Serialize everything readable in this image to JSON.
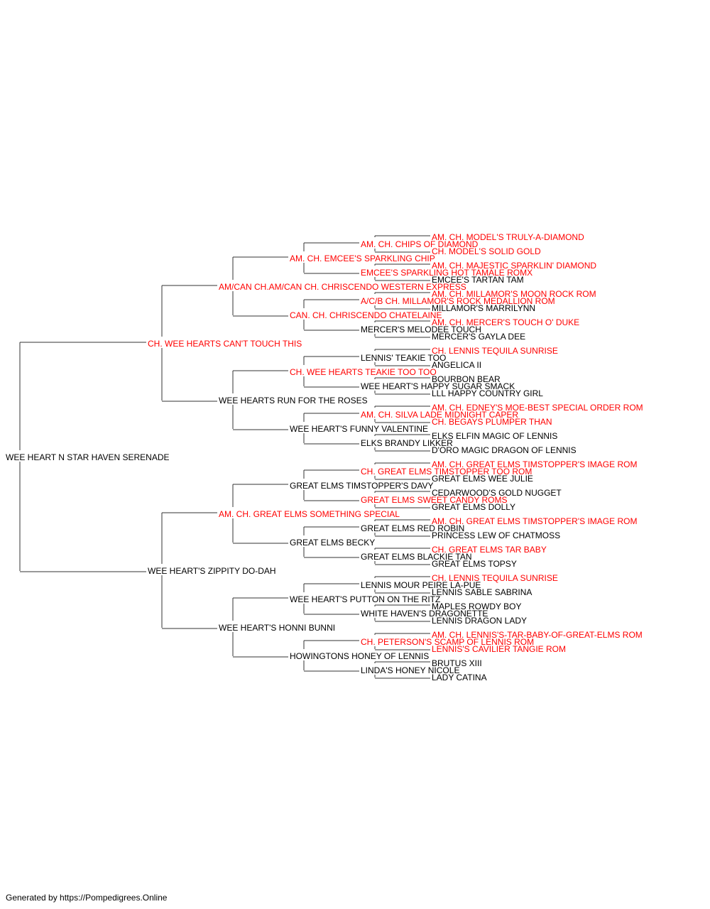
{
  "colors": {
    "champion": "#ff0000",
    "normal": "#000000",
    "line": "#333333"
  },
  "pedigree": {
    "name": "WEE HEART N STAR HAVEN SERENADE",
    "champ": false,
    "sire": {
      "name": "CH. WEE HEARTS CAN'T TOUCH THIS",
      "champ": true,
      "sire": {
        "name": "AM/CAN CH.AM/CAN CH. CHRISCENDO WESTERN EXPRESS",
        "champ": true,
        "sire": {
          "name": "AM. CH. EMCEE'S SPARKLING CHIP",
          "champ": true,
          "sire": {
            "name": "AM. CH. CHIPS OF DIAMOND",
            "champ": true,
            "sire": {
              "name": "AM. CH. MODEL'S TRULY-A-DIAMOND",
              "champ": true
            },
            "dam": {
              "name": "CH. MODEL'S SOLID GOLD",
              "champ": true
            }
          },
          "dam": {
            "name": "EMCEE'S SPARKLING HOT TAMALE ROMX",
            "champ": true,
            "sire": {
              "name": "AM. CH. MAJESTIC SPARKLIN' DIAMOND",
              "champ": true
            },
            "dam": {
              "name": "EMCEE'S TARTAN TAM",
              "champ": false
            }
          }
        },
        "dam": {
          "name": "CAN. CH. CHRISCENDO CHATELAINE",
          "champ": true,
          "sire": {
            "name": "A/C/B CH. MILLAMOR'S ROCK MEDALLION ROM",
            "champ": true,
            "sire": {
              "name": "AM. CH. MILLAMOR'S MOON ROCK ROM",
              "champ": true
            },
            "dam": {
              "name": "MILLAMOR'S MARRILYNN",
              "champ": false
            }
          },
          "dam": {
            "name": "MERCER'S MELODEE TOUCH",
            "champ": false,
            "sire": {
              "name": "AM. CH. MERCER'S TOUCH O' DUKE",
              "champ": true
            },
            "dam": {
              "name": "MERCER'S GAYLA DEE",
              "champ": false
            }
          }
        }
      },
      "dam": {
        "name": "WEE HEARTS RUN FOR THE ROSES",
        "champ": false,
        "sire": {
          "name": "CH. WEE HEARTS TEAKIE TOO TOO",
          "champ": true,
          "sire": {
            "name": "LENNIS' TEAKIE TOO",
            "champ": false,
            "sire": {
              "name": "CH. LENNIS TEQUILA SUNRISE",
              "champ": true
            },
            "dam": {
              "name": "ANGELICA II",
              "champ": false
            }
          },
          "dam": {
            "name": "WEE HEART'S HAPPY SUGAR SMACK",
            "champ": false,
            "sire": {
              "name": "BOURBON BEAR",
              "champ": false
            },
            "dam": {
              "name": "LLL HAPPY COUNTRY GIRL",
              "champ": false
            }
          }
        },
        "dam": {
          "name": "WEE HEART'S FUNNY VALENTINE",
          "champ": false,
          "sire": {
            "name": "AM. CH. SILVA LADE MIDNIGHT CAPER",
            "champ": true,
            "sire": {
              "name": "AM. CH. EDNEY'S MOE-BEST SPECIAL ORDER ROM",
              "champ": true
            },
            "dam": {
              "name": "CH. BEGAYS PLUMPER THAN",
              "champ": true
            }
          },
          "dam": {
            "name": "ELKS BRANDY LIKKER",
            "champ": false,
            "sire": {
              "name": "ELKS ELFIN MAGIC OF LENNIS",
              "champ": false
            },
            "dam": {
              "name": "D'ORO MAGIC DRAGON OF LENNIS",
              "champ": false
            }
          }
        }
      }
    },
    "dam": {
      "name": "WEE HEART'S ZIPPITY DO-DAH",
      "champ": false,
      "sire": {
        "name": "AM. CH. GREAT ELMS SOMETHING SPECIAL",
        "champ": true,
        "sire": {
          "name": "GREAT ELMS TIMSTOPPER'S DAVY",
          "champ": false,
          "sire": {
            "name": "CH. GREAT ELMS TIMSTOPPER TOO ROM",
            "champ": true,
            "sire": {
              "name": "AM. CH. GREAT ELMS TIMSTOPPER'S IMAGE ROM",
              "champ": true
            },
            "dam": {
              "name": "GREAT ELMS WEE JULIE",
              "champ": false
            }
          },
          "dam": {
            "name": "GREAT ELMS SWEET CANDY ROMS",
            "champ": true,
            "sire": {
              "name": "CEDARWOOD'S GOLD NUGGET",
              "champ": false
            },
            "dam": {
              "name": "GREAT ELMS DOLLY",
              "champ": false
            }
          }
        },
        "dam": {
          "name": "GREAT ELMS BECKY",
          "champ": false,
          "sire": {
            "name": "GREAT ELMS RED ROBIN",
            "champ": false,
            "sire": {
              "name": "AM. CH. GREAT ELMS TIMSTOPPER'S IMAGE ROM",
              "champ": true
            },
            "dam": {
              "name": "PRINCESS LEW OF CHATMOSS",
              "champ": false
            }
          },
          "dam": {
            "name": "GREAT ELMS BLACKIE TAN",
            "champ": false,
            "sire": {
              "name": "CH. GREAT ELMS TAR BABY",
              "champ": true
            },
            "dam": {
              "name": "GREAT ELMS TOPSY",
              "champ": false
            }
          }
        }
      },
      "dam": {
        "name": "WEE HEART'S HONNI BUNNI",
        "champ": false,
        "sire": {
          "name": "WEE HEART'S PUTTON ON THE RITZ",
          "champ": false,
          "sire": {
            "name": "LENNIS MOUR PEIRE LA-PUE",
            "champ": false,
            "sire": {
              "name": "CH. LENNIS TEQUILA SUNRISE",
              "champ": true
            },
            "dam": {
              "name": "LENNIS SABLE SABRINA",
              "champ": false
            }
          },
          "dam": {
            "name": "WHITE HAVEN'S DRAGONETTE",
            "champ": false,
            "sire": {
              "name": "MAPLES ROWDY BOY",
              "champ": false
            },
            "dam": {
              "name": "LENNIS DRAGON LADY",
              "champ": false
            }
          }
        },
        "dam": {
          "name": "HOWINGTONS HONEY OF LENNIS",
          "champ": false,
          "sire": {
            "name": "CH. PETERSON'S SCAMP OF LENNIS ROM",
            "champ": true,
            "sire": {
              "name": "AM. CH. LENNIS'S-TAR-BABY-OF-GREAT-ELMS ROM",
              "champ": true
            },
            "dam": {
              "name": "LENNIS'S CAVILIER TANGIE ROM",
              "champ": true
            }
          },
          "dam": {
            "name": "LINDA'S HONEY NICOLE",
            "champ": false,
            "sire": {
              "name": "BRUTUS XIII",
              "champ": false
            },
            "dam": {
              "name": "LADY CATINA",
              "champ": false
            }
          }
        }
      }
    }
  },
  "footer": {
    "text": "Generated by https://Pompedigrees.Online"
  }
}
